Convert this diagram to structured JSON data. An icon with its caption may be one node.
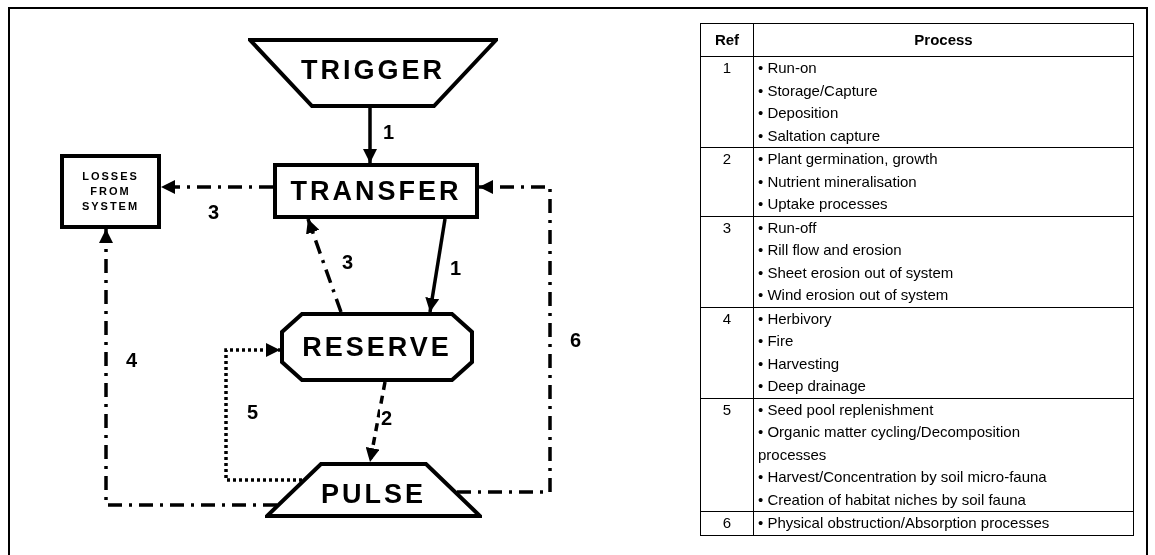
{
  "diagram": {
    "nodes": [
      {
        "text": [
          "TRIGGER"
        ]
      },
      {
        "text": [
          "TRANSFER"
        ]
      },
      {
        "text": [
          "LOSSES FROM SYSTEM"
        ]
      },
      {
        "text": [
          "RESERVE"
        ]
      },
      {
        "text": [
          "PULSE"
        ]
      }
    ],
    "edges": [
      {
        "from": 0,
        "to": 1,
        "arrow": "to",
        "label": "1"
      },
      {
        "from": 1,
        "to": 2,
        "arrow": "to",
        "label": "3",
        "style": "dashed"
      },
      {
        "from": 1,
        "to": 3,
        "arrow": "to",
        "label": "1"
      },
      {
        "from": 3,
        "to": 1,
        "arrow": "to",
        "label": "3",
        "style": "dashed"
      },
      {
        "from": 3,
        "to": 4,
        "arrow": "to",
        "label": "2",
        "style": "dashed"
      },
      {
        "from": 4,
        "to": 3,
        "arrow": "to",
        "label": "5",
        "style": "dashed"
      },
      {
        "from": 4,
        "to": 2,
        "arrow": "to",
        "label": "4",
        "style": "dashed"
      },
      {
        "from": 4,
        "to": 1,
        "arrow": "to",
        "label": "6",
        "style": "dashed"
      }
    ],
    "labels": [
      "Ref",
      "Process",
      "1",
      "• Run-on",
      "• Storage/Capture",
      "• Deposition",
      "• Saltation capture",
      "2",
      "• Plant germination, growth",
      "• Nutrient mineralisation",
      "• Uptake processes",
      "3",
      "• Run-off",
      "• Rill flow and erosion",
      "• Sheet erosion out of system",
      "• Wind erosion out of system",
      "4",
      "• Herbivory",
      "• Fire",
      "• Harvesting",
      "• Deep drainage",
      "5",
      "• Seed pool replenishment",
      "• Organic matter cycling/Decomposition processes",
      "• Harvest/Concentration by soil micro-fauna",
      "• Creation of habitat niches by soil fauna",
      "6",
      "• Physical obstruction/Absorption processes"
    ]
  }
}
